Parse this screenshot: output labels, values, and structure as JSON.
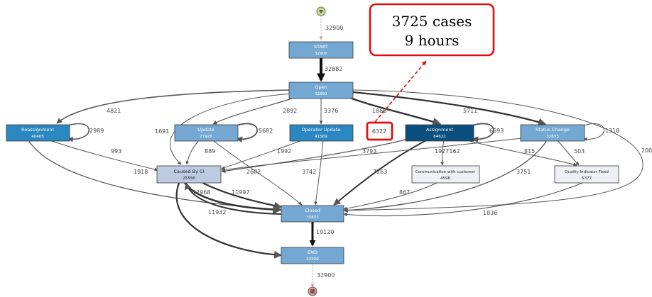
{
  "start_marker_count": "32900",
  "end_marker_count": "32900",
  "callout": {
    "line1": "3725 cases",
    "line2": "9 hours"
  },
  "highlighted_label": "6322",
  "nodes": {
    "start": {
      "name": "START",
      "count": "32900"
    },
    "open": {
      "name": "Open",
      "count": "32892"
    },
    "reassignment": {
      "name": "Reassignment",
      "count": "40405"
    },
    "update": {
      "name": "Update",
      "count": "27926"
    },
    "operator_update": {
      "name": "Operator Update",
      "count": "41569"
    },
    "assignment": {
      "name": "Assignment",
      "count": "64622"
    },
    "status_change": {
      "name": "Status Change",
      "count": "32693"
    },
    "caused_by_ci": {
      "name": "Caused By CI",
      "count": "25556"
    },
    "communication": {
      "name": "Communication with customer",
      "count": "4598"
    },
    "quality_indicator": {
      "name": "Quality Indicator Fixed",
      "count": "5377"
    },
    "closed": {
      "name": "Closed",
      "count": "35833"
    },
    "end": {
      "name": "END",
      "count": "32900"
    }
  },
  "edge_labels": {
    "start_open": "32882",
    "open_reassignment": "4821",
    "open_caused": "1691",
    "open_update": "2892",
    "open_operator": "3376",
    "open_assignment": "1866",
    "open_status": "5711",
    "open_closed": "200",
    "reassign_loop": "2989",
    "update_loop": "5682",
    "assignment_loop": "6593",
    "status_loop": "1318",
    "reassign_caused": "993",
    "reassign_closed": "1918",
    "update_caused": "889",
    "update_closed": "2602",
    "operator_caused": "1992",
    "operator_closed": "3742",
    "assignment_caused": "3793",
    "assignment_comm": "1927162",
    "assignment_closed": "7263",
    "assignment_quality": "815",
    "status_quality": "503",
    "status_closed": "3751",
    "comm_closed": "867",
    "quality_closed": "1836",
    "caused_closed_a": "12968",
    "caused_closed_b": "11997",
    "caused_end": "11932",
    "closed_end": "19120"
  },
  "colors": {
    "dark_blue": "#0a4f7e",
    "mid_blue": "#2b87bf",
    "light_blue": "#74a8d2",
    "pale_blue": "#bccbe2",
    "very_pale": "#eef0f6",
    "callout_red": "#e01010",
    "edge": "#555555"
  }
}
